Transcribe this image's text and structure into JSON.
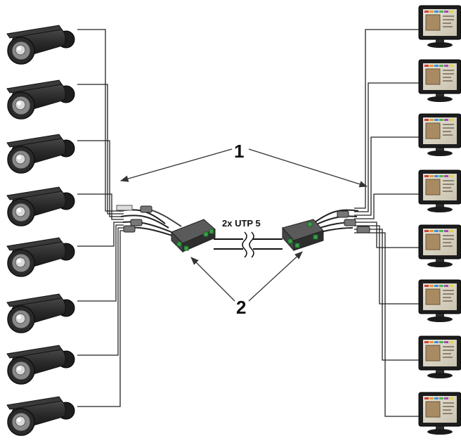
{
  "diagram": {
    "callout_1": "1",
    "callout_2": "2",
    "cable_label": "2x UTP 5",
    "cameras": {
      "count": 8,
      "icon": "cctv-bullet-camera-icon"
    },
    "monitors": {
      "count": 8,
      "icon": "lcd-monitor-icon"
    },
    "colors": {
      "camera_body": "#2b2b2b",
      "monitor_bezel": "#1d1d1d",
      "cable": "#222222",
      "transceiver_body": "#3a3a3a",
      "terminal_green": "#3aa04a",
      "balun_tail": "#9a7a52"
    }
  }
}
